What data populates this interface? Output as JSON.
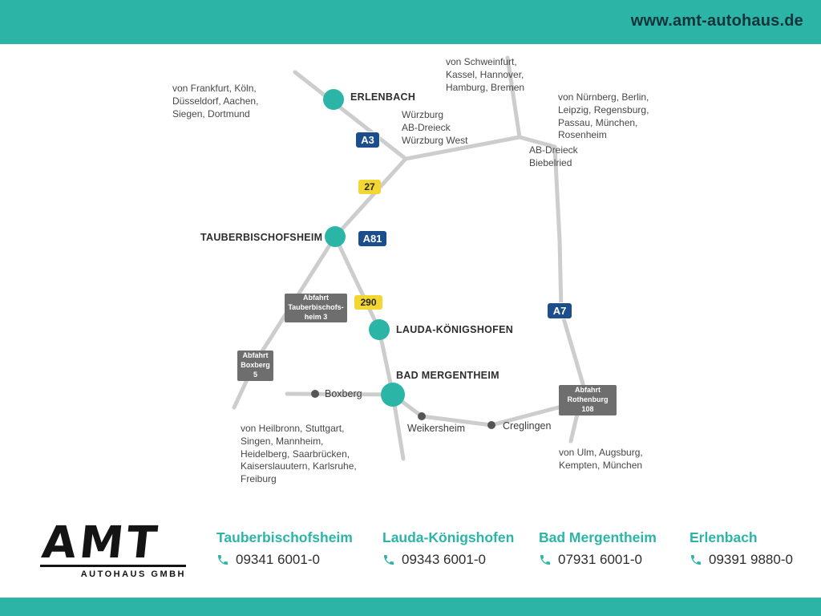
{
  "header": {
    "url": "www.amt-autohaus.de"
  },
  "colors": {
    "teal": "#2bb5a7",
    "autobahn_blue": "#1c4d8d",
    "route_yellow": "#f3d630",
    "road_gray": "#cdcdcd",
    "sign_gray": "#6e6e6e"
  },
  "map": {
    "direction_labels": [
      {
        "id": "frankfurt",
        "text": "von Frankfurt, Köln,\nDüsseldorf, Aachen,\nSiegen, Dortmund"
      },
      {
        "id": "schweinfurt",
        "text": "von Schweinfurt,\nKassel, Hannover,\nHamburg, Bremen"
      },
      {
        "id": "nuernberg",
        "text": "von Nürnberg, Berlin,\nLeipzig, Regensburg,\nPassau, München,\nRosenheim"
      },
      {
        "id": "wuerzburg",
        "text": "Würzburg\nAB-Dreieck\nWürzburg West"
      },
      {
        "id": "biebelried",
        "text": "AB-Dreieck\nBiebelried"
      },
      {
        "id": "heilbronn",
        "text": "von Heilbronn, Stuttgart,\nSingen, Mannheim,\nHeidelberg, Saarbrücken,\nKaiserslauutern, Karlsruhe,\nFreiburg"
      },
      {
        "id": "ulm",
        "text": "von Ulm, Augsburg,\nKempten, München"
      }
    ],
    "cities": [
      {
        "name": "ERLENBACH"
      },
      {
        "name": "TAUBERBISCHOFSHEIM"
      },
      {
        "name": "LAUDA-KÖNIGSHOFEN"
      },
      {
        "name": "BAD MERGENTHEIM"
      }
    ],
    "towns": [
      {
        "name": "Boxberg"
      },
      {
        "name": "Weikersheim"
      },
      {
        "name": "Creglingen"
      }
    ],
    "road_badges": [
      {
        "label": "A3",
        "type": "autobahn"
      },
      {
        "label": "27",
        "type": "route"
      },
      {
        "label": "A81",
        "type": "autobahn"
      },
      {
        "label": "290",
        "type": "route"
      },
      {
        "label": "A7",
        "type": "autobahn"
      }
    ],
    "exit_signs": [
      {
        "text": "Abfahrt\nTauberbischofs-\nheim 3"
      },
      {
        "text": "Abfahrt\nBoxberg\n5"
      },
      {
        "text": "Abfahrt\nRothenburg\n108"
      }
    ]
  },
  "footer": {
    "logo": {
      "name": "AMT",
      "subtitle": "AUTOHAUS GMBH"
    },
    "locations": [
      {
        "name": "Tauberbischofsheim",
        "phone": "09341 6001-0"
      },
      {
        "name": "Lauda-Königshofen",
        "phone": "09343 6001-0"
      },
      {
        "name": "Bad Mergentheim",
        "phone": "07931 6001-0"
      },
      {
        "name": "Erlenbach",
        "phone": "09391 9880-0"
      }
    ]
  }
}
